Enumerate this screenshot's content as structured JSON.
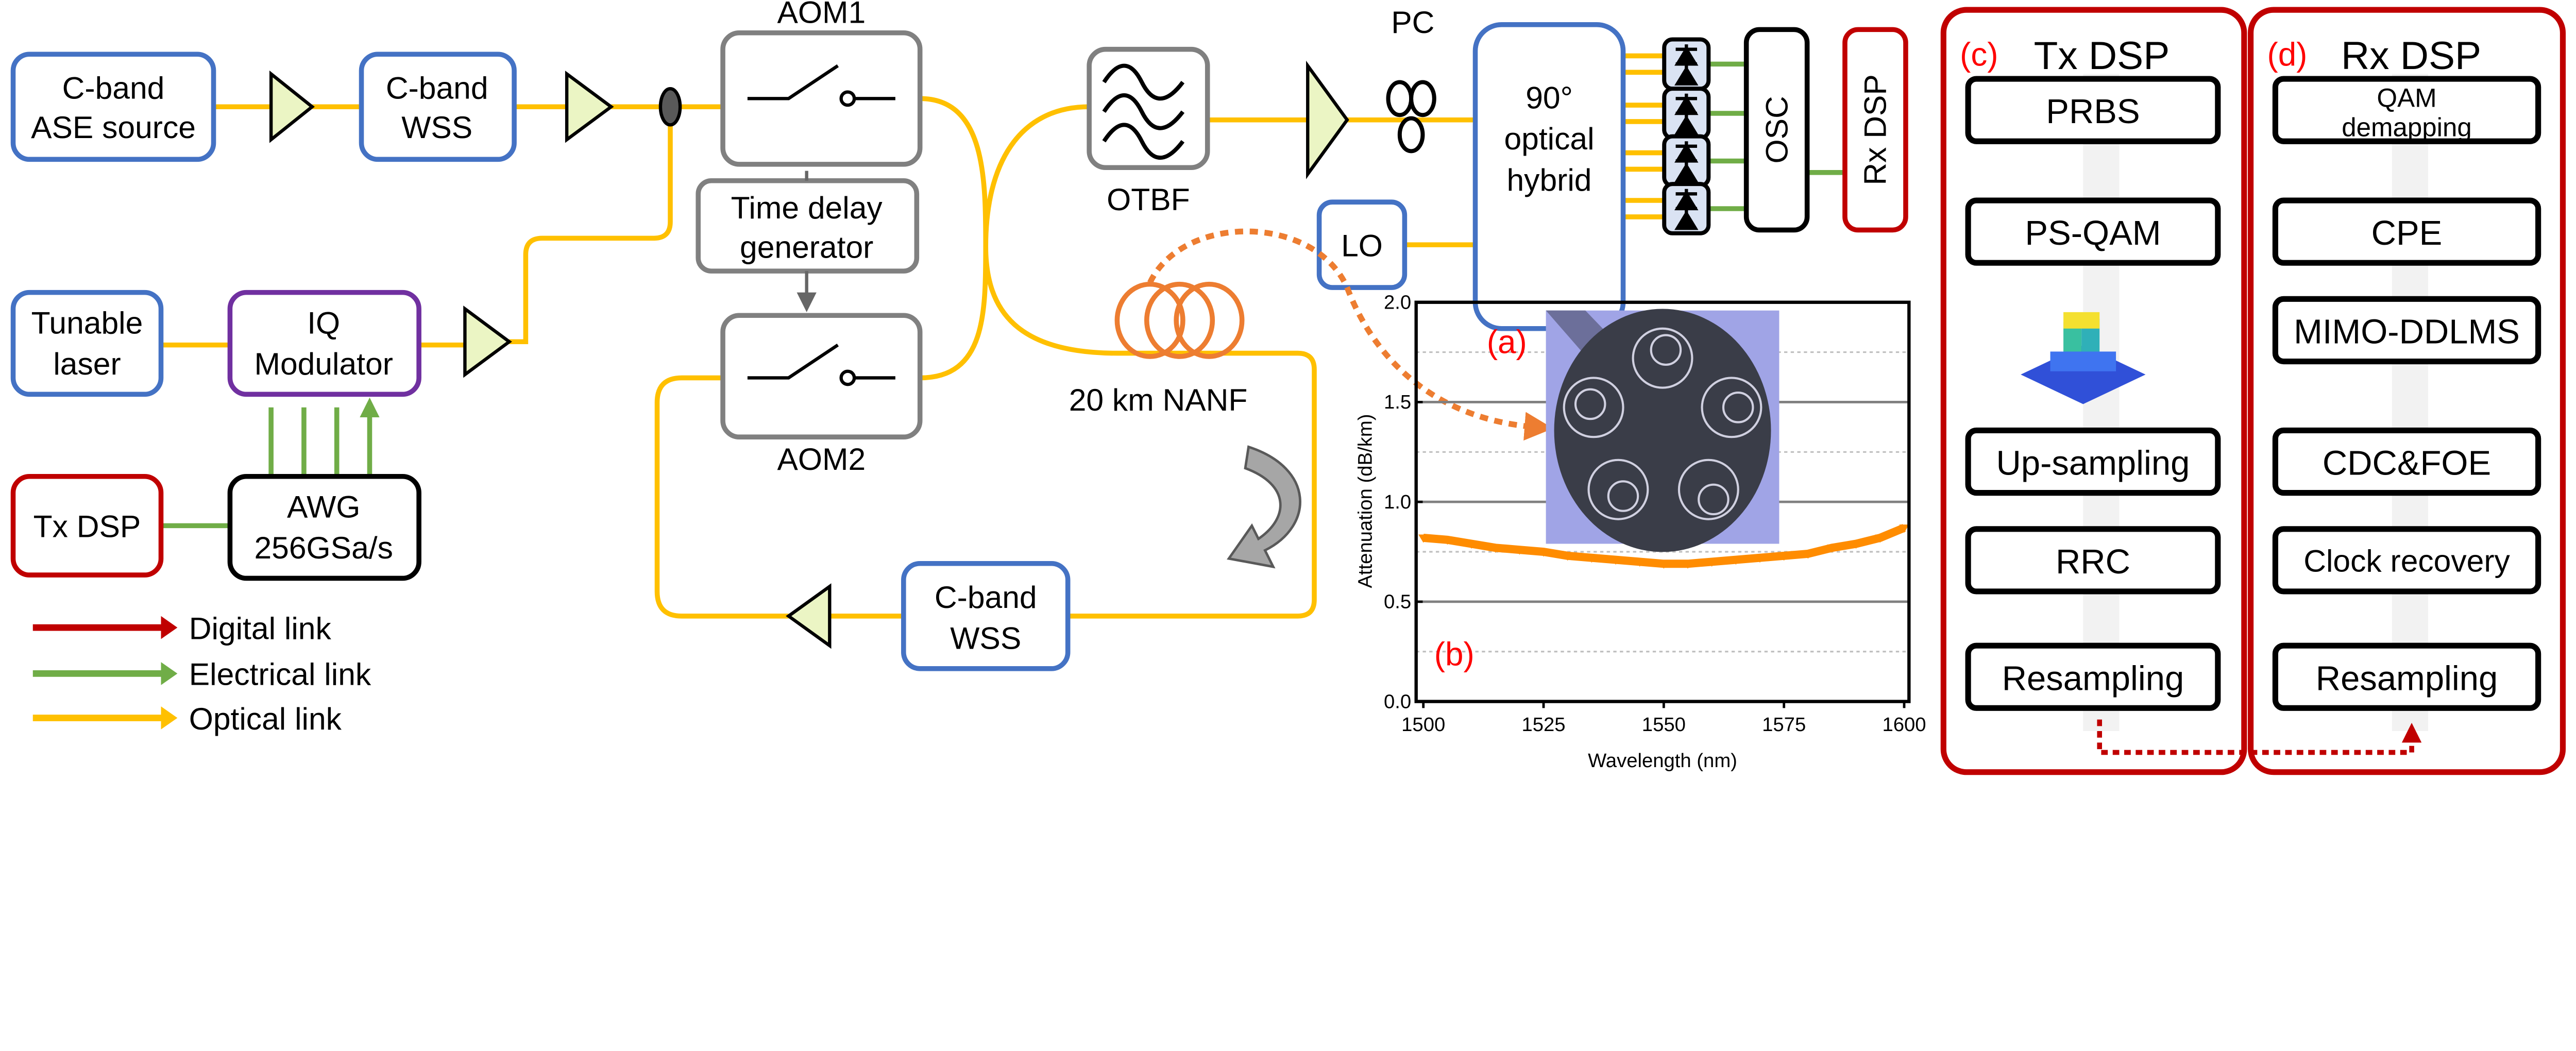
{
  "components": {
    "ase_source": "C-band ASE source",
    "wss_top": "C-band WSS",
    "aom1": "AOM1",
    "aom2": "AOM2",
    "time_delay": [
      "Time delay",
      "generator"
    ],
    "otbf": "OTBF",
    "pc": "PC",
    "hybrid": [
      "90°",
      "optical",
      "hybrid"
    ],
    "lo": "LO",
    "osc": "OSC",
    "rx_dsp_block": "Rx DSP",
    "tunable_laser": [
      "Tunable",
      "laser"
    ],
    "iq_modulator": [
      "IQ",
      "Modulator"
    ],
    "awg": [
      "AWG",
      "256GSa/s"
    ],
    "tx_dsp_block": "Tx DSP",
    "fiber": "20 km NANF",
    "wss_bottom": [
      "C-band",
      "WSS"
    ],
    "ase_lines": [
      "C-band",
      "ASE source"
    ],
    "wss_top_lines": [
      "C-band",
      "WSS"
    ]
  },
  "legend": [
    {
      "label": "Digital link",
      "color": "#c00000"
    },
    {
      "label": "Electrical link",
      "color": "#70ad47"
    },
    {
      "label": "Optical link",
      "color": "#ffc000"
    }
  ],
  "panel_labels": {
    "a": "(a)",
    "b": "(b)",
    "c": "(c)",
    "d": "(d)"
  },
  "tx_dsp": {
    "title": "Tx DSP",
    "steps": [
      "PRBS",
      "PS-QAM",
      "Up-sampling",
      "RRC",
      "Resampling"
    ]
  },
  "rx_dsp": {
    "title": "Rx DSP",
    "steps": [
      "QAM demapping",
      "CPE",
      "MIMO-DDLMS",
      "CDC&FOE",
      "Clock recovery",
      "Resampling"
    ],
    "step0_lines": [
      "QAM",
      "demapping"
    ]
  },
  "colors": {
    "optical": "#ffc000",
    "electrical": "#70ad47",
    "digital": "#c00000",
    "passive": "#4472c4",
    "curve": "#ff8c00"
  },
  "chart_data": {
    "type": "line",
    "xlabel": "Wavelength (nm)",
    "ylabel": "Attenuation (dB/km)",
    "xlim": [
      1500,
      1600
    ],
    "ylim": [
      0.0,
      2.0
    ],
    "xticks": [
      "1500",
      "1525",
      "1550",
      "1575",
      "1600"
    ],
    "yticks": [
      "0.0",
      "0.5",
      "1.0",
      "1.5",
      "2.0"
    ],
    "grid": true,
    "x": [
      1500,
      1505,
      1510,
      1515,
      1520,
      1525,
      1530,
      1535,
      1540,
      1545,
      1550,
      1555,
      1560,
      1565,
      1570,
      1575,
      1580,
      1585,
      1590,
      1595,
      1600
    ],
    "y": [
      0.82,
      0.81,
      0.79,
      0.77,
      0.76,
      0.75,
      0.73,
      0.72,
      0.71,
      0.7,
      0.69,
      0.69,
      0.7,
      0.71,
      0.72,
      0.73,
      0.74,
      0.77,
      0.79,
      0.82,
      0.87
    ]
  }
}
